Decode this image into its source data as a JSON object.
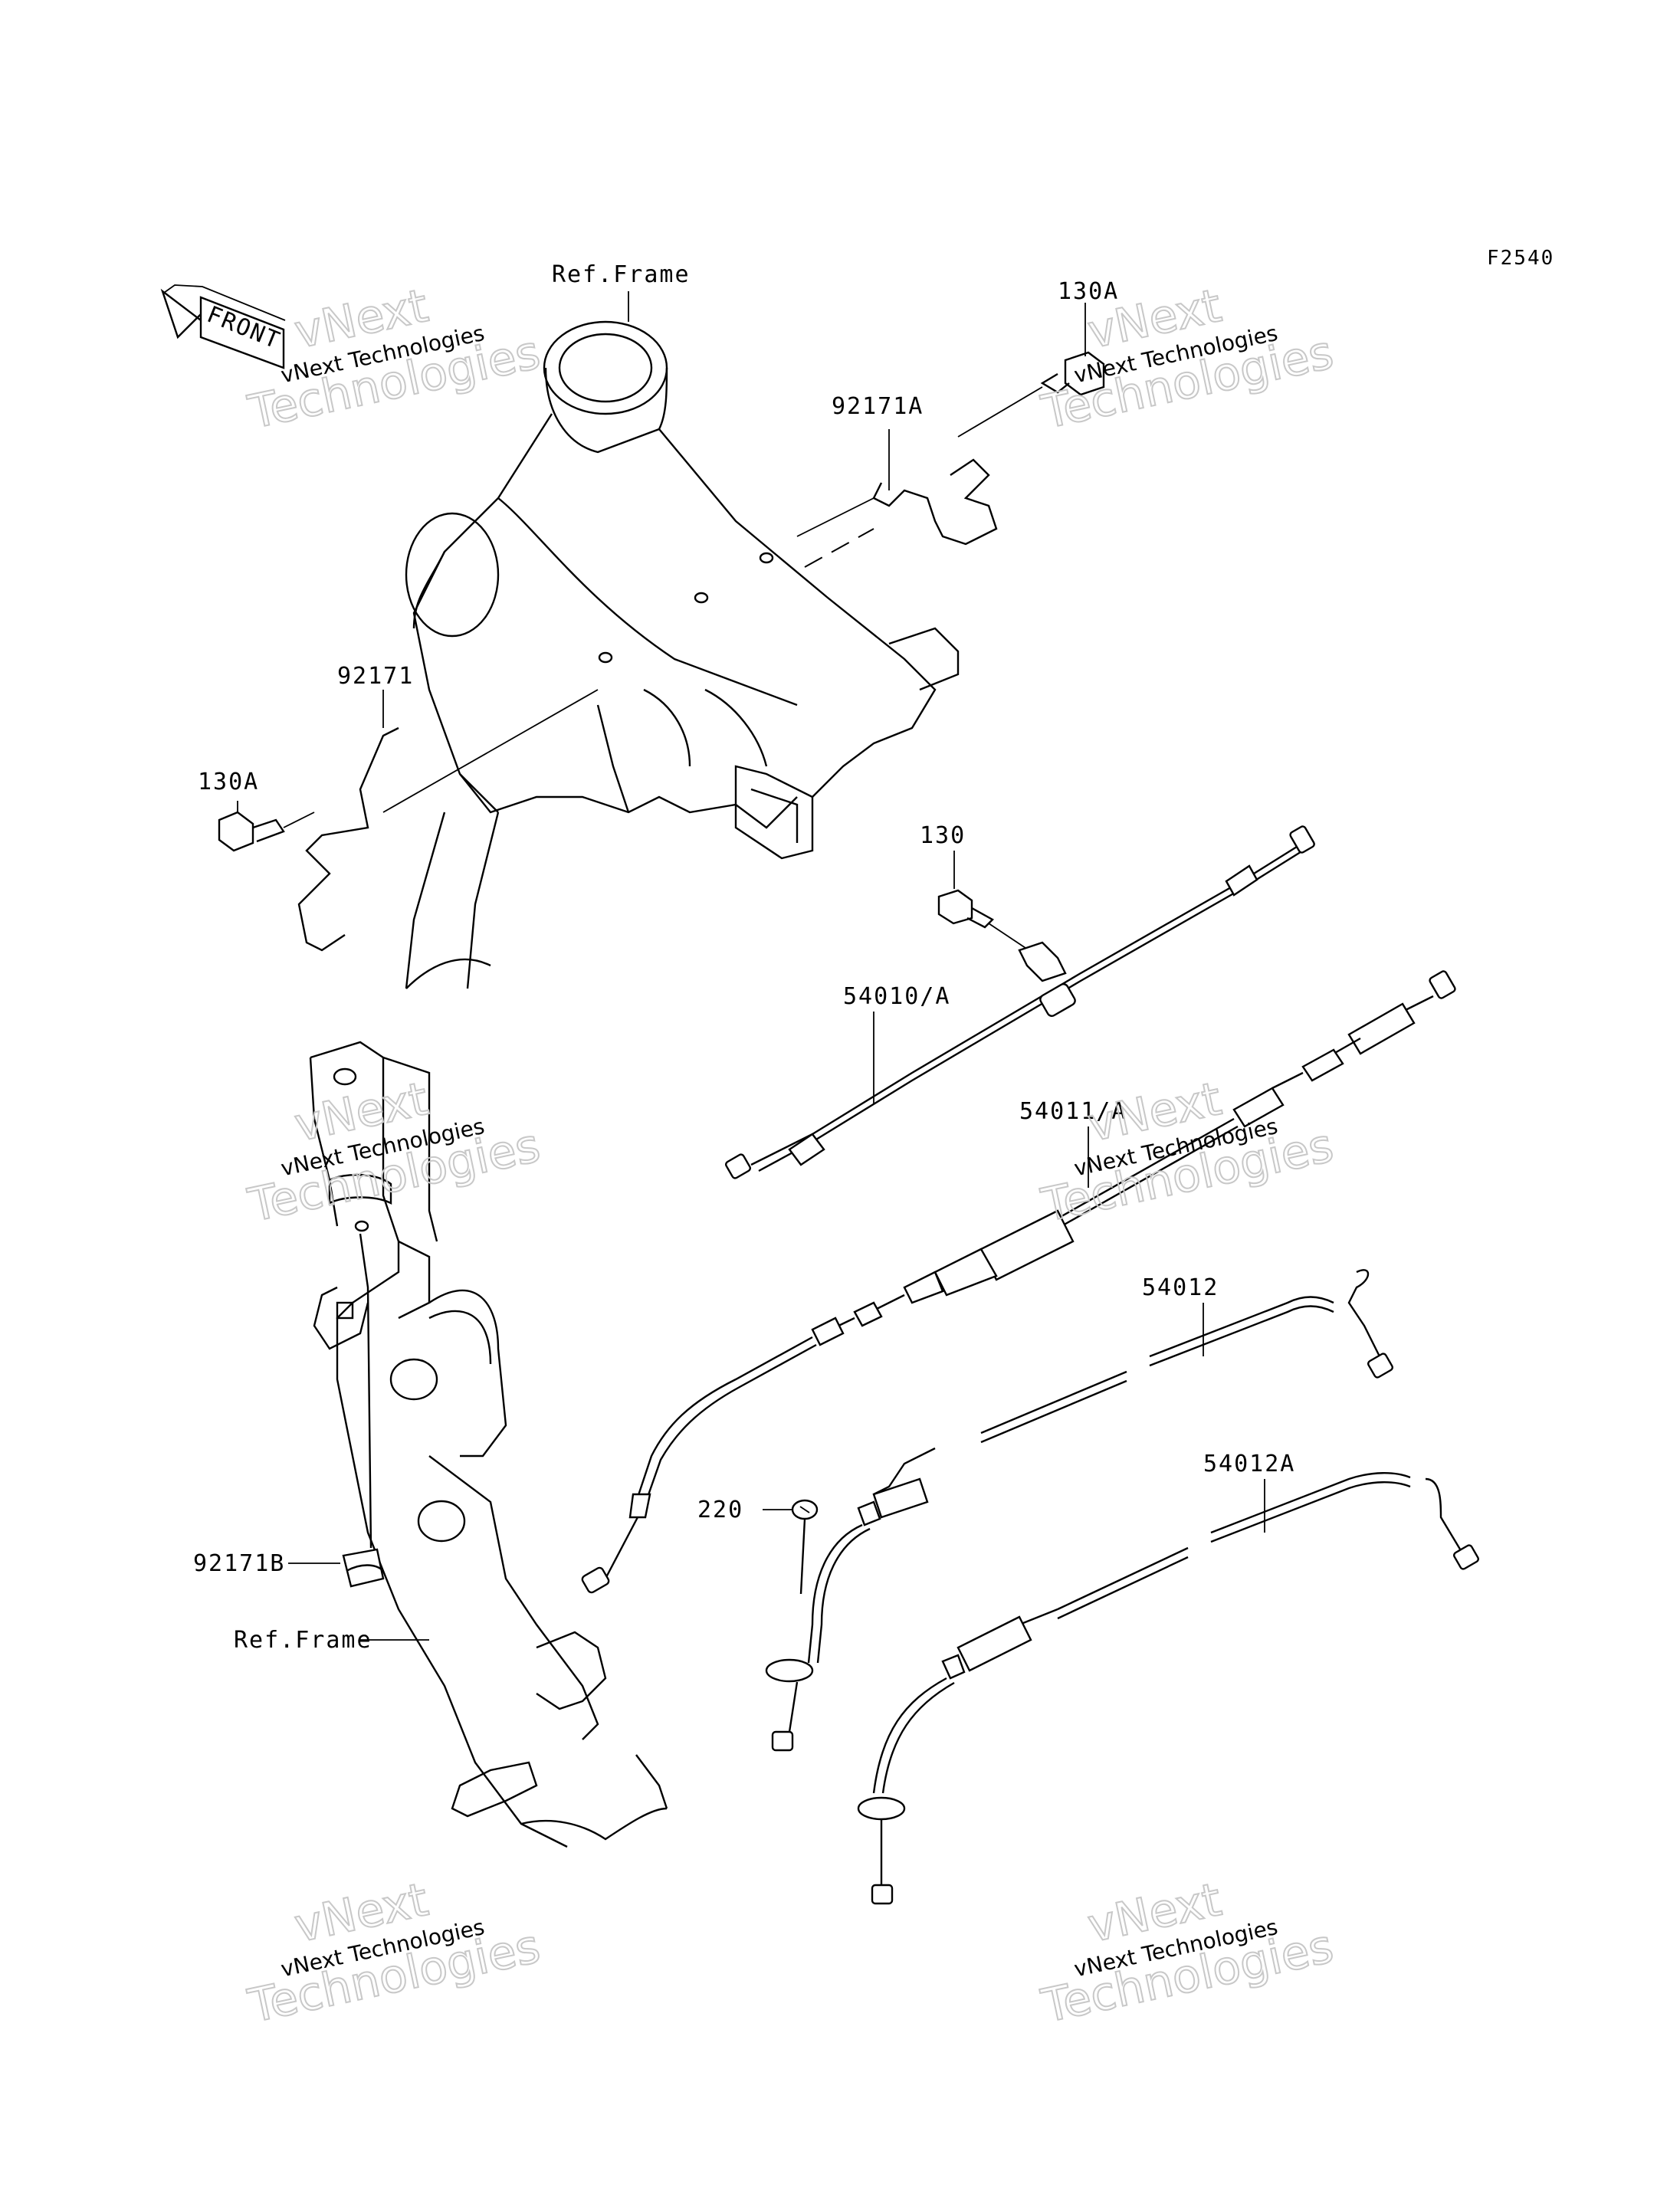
{
  "diagram": {
    "code": "F2540",
    "front_arrow": "FRONT",
    "callouts": [
      {
        "key": "ref_frame_top",
        "text": "Ref.Frame"
      },
      {
        "key": "p130a_top",
        "text": "130A"
      },
      {
        "key": "p92171a",
        "text": "92171A"
      },
      {
        "key": "p92171",
        "text": "92171"
      },
      {
        "key": "p130a_left",
        "text": "130A"
      },
      {
        "key": "p130",
        "text": "130"
      },
      {
        "key": "p54010a",
        "text": "54010/A"
      },
      {
        "key": "p54011a",
        "text": "54011/A"
      },
      {
        "key": "p54012",
        "text": "54012"
      },
      {
        "key": "p54012a",
        "text": "54012A"
      },
      {
        "key": "p220",
        "text": "220"
      },
      {
        "key": "p92171b",
        "text": "92171B"
      },
      {
        "key": "ref_frame_bottom",
        "text": "Ref.Frame"
      }
    ],
    "watermark": {
      "line1": "vNext",
      "line2": "vNext Technologies",
      "line3": "Technologies"
    }
  }
}
